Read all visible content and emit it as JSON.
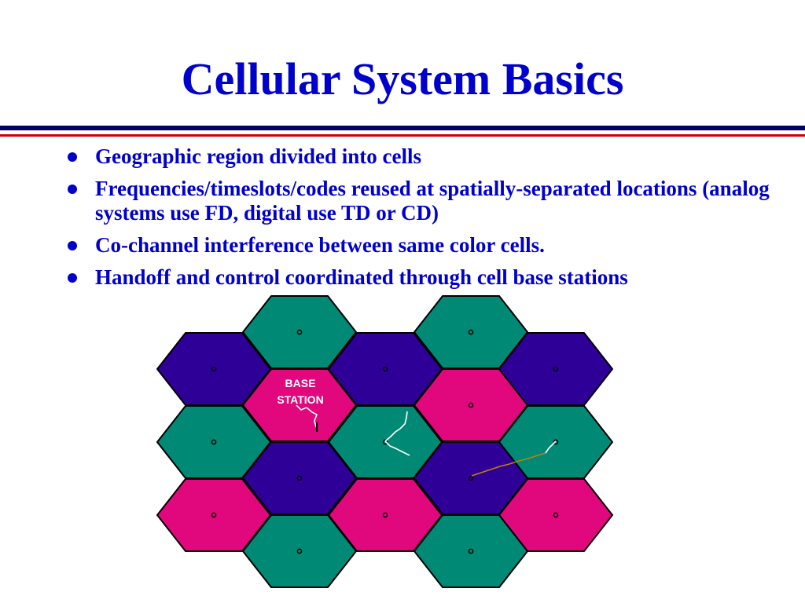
{
  "slide": {
    "title": "Cellular System Basics",
    "bullets": [
      "Geographic region divided into cells",
      "Frequencies/timeslots/codes reused at spatially-separated locations (analog systems use FD, digital use TD or CD)",
      "Co-channel interference between same color cells.",
      "Handoff  and control coordinated through cell base stations"
    ]
  },
  "diagram": {
    "base_station_label": [
      "BASE",
      "STATION"
    ],
    "cell_colors": {
      "purple": "#2E0098",
      "teal": "#008A75",
      "magenta": "#E0087C"
    },
    "columns": [
      [
        "purple",
        "teal",
        "magenta"
      ],
      [
        "teal",
        "magenta",
        "purple",
        "teal"
      ],
      [
        "purple",
        "teal",
        "magenta"
      ],
      [
        "teal",
        "magenta",
        "purple",
        "teal"
      ],
      [
        "purple",
        "teal",
        "magenta"
      ]
    ],
    "base_station_cell": [
      1,
      1
    ]
  },
  "colors": {
    "title": "#0000CC",
    "text": "#0000CC",
    "rule_top": "#000066",
    "rule_bottom": "#CC0000",
    "bullet_dot": "#0000CC",
    "signal_white": "#FFFFFF",
    "signal_gold": "#C08000"
  }
}
